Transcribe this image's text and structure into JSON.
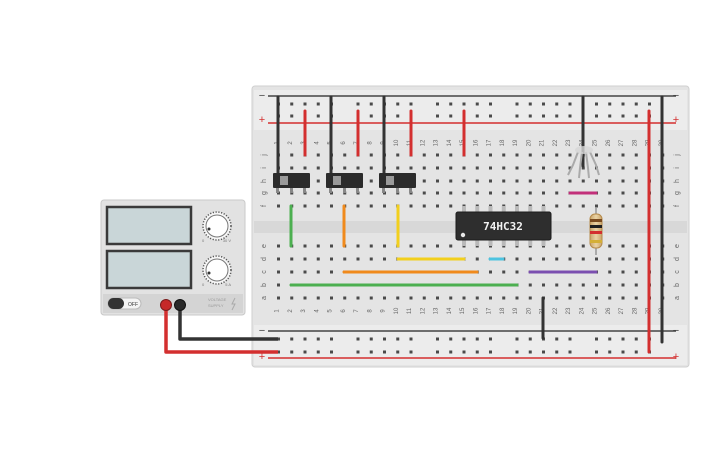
{
  "power_supply": {
    "switch_label": "OFF",
    "knob_top_labels": [
      "0",
      "30 V"
    ],
    "knob_bottom_labels": [
      "0",
      "5 A"
    ],
    "brand_line1": "VOLTAGE",
    "brand_line2": "SUPPLY"
  },
  "breadboard": {
    "column_numbers": [
      "1",
      "2",
      "3",
      "4",
      "5",
      "6",
      "7",
      "8",
      "9",
      "10",
      "11",
      "12",
      "13",
      "14",
      "15",
      "16",
      "17",
      "18",
      "19",
      "20",
      "21",
      "22",
      "23",
      "24",
      "25",
      "26",
      "27",
      "28",
      "29",
      "30"
    ],
    "row_letters_top": [
      "j",
      "i",
      "h",
      "g",
      "f"
    ],
    "row_letters_bottom": [
      "e",
      "d",
      "c",
      "b",
      "a"
    ],
    "rail_minus": "−",
    "rail_plus": "+"
  },
  "chip": {
    "label": "74HC32"
  },
  "colors": {
    "red_wire": "#d32f2f",
    "black_wire": "#333333",
    "green_wire": "#4caf50",
    "orange_wire": "#f08a1c",
    "yellow_wire": "#f2cf1d",
    "cyan_wire": "#4dc3e0",
    "purple_wire": "#7b4fb0",
    "magenta_wire": "#c2307a"
  }
}
